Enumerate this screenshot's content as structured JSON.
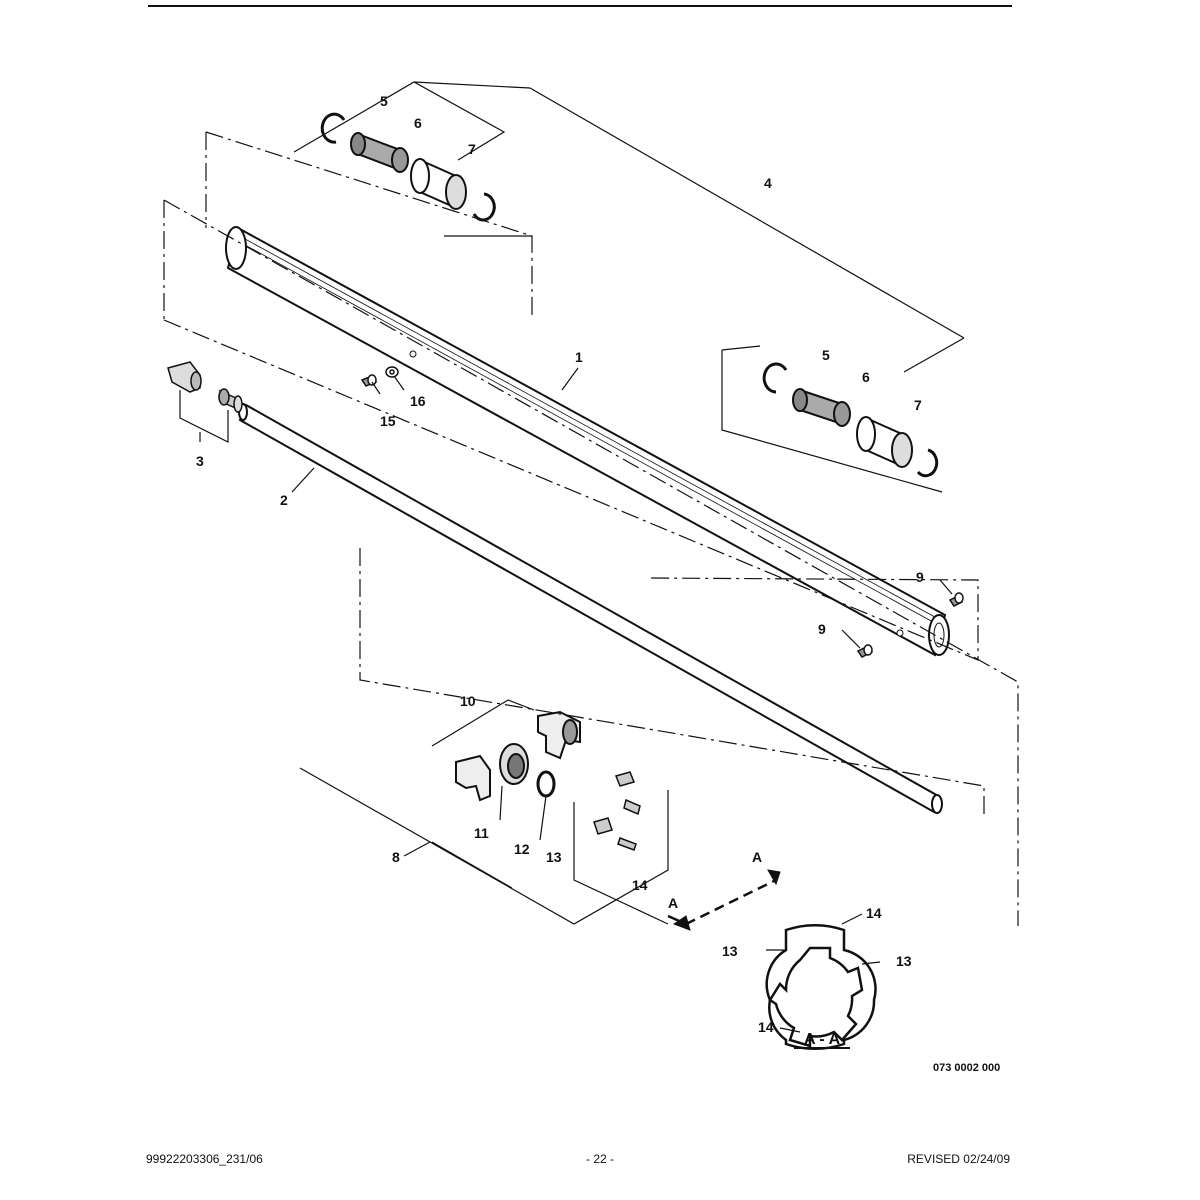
{
  "callouts": {
    "c1": "1",
    "c2": "2",
    "c3": "3",
    "c4": "4",
    "c5a": "5",
    "c6a": "6",
    "c7a": "7",
    "c5b": "5",
    "c6b": "6",
    "c7b": "7",
    "c8": "8",
    "c9a": "9",
    "c9b": "9",
    "c10": "10",
    "c11": "11",
    "c12": "12",
    "c13a": "13",
    "c14a": "14",
    "c15": "15",
    "c16": "16",
    "c14top": "14",
    "c14bot": "14",
    "c13left": "13",
    "c13right": "13"
  },
  "section": {
    "arrow_label_1": "A",
    "arrow_label_2": "A",
    "title": "A - A"
  },
  "drawing_code": "073 0002 000",
  "footer": {
    "left": "99922203306_231/06",
    "center": "- 22 -",
    "right": "REVISED 02/24/09"
  }
}
